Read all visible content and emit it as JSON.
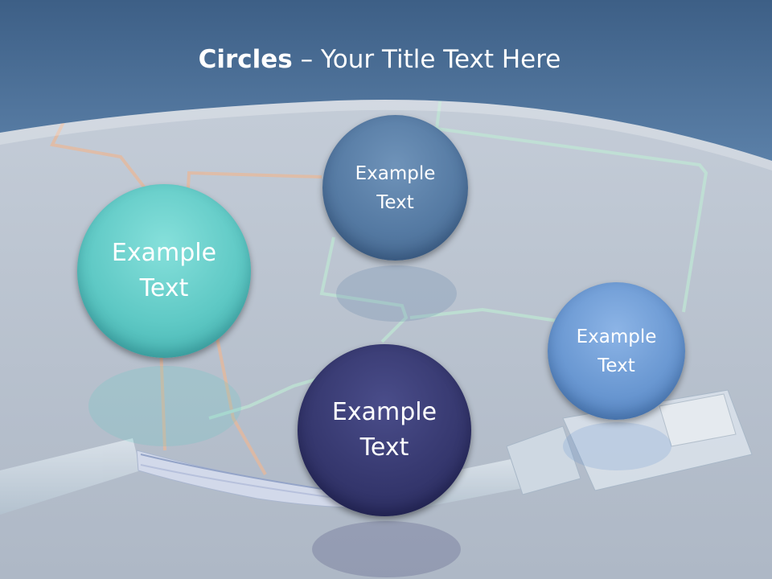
{
  "title": {
    "bold": "Circles",
    "rest": " – Your Title Text Here"
  },
  "circles": [
    {
      "line1": "Example",
      "line2": "Text"
    },
    {
      "line1": "Example",
      "line2": "Text"
    },
    {
      "line1": "Example",
      "line2": "Text"
    },
    {
      "line1": "Example",
      "line2": "Text"
    }
  ],
  "colors": {
    "header": "#4a6f98",
    "teal": "#5fc9c5",
    "slate": "#557aa3",
    "navy": "#36386f",
    "blue": "#6a98d2"
  }
}
